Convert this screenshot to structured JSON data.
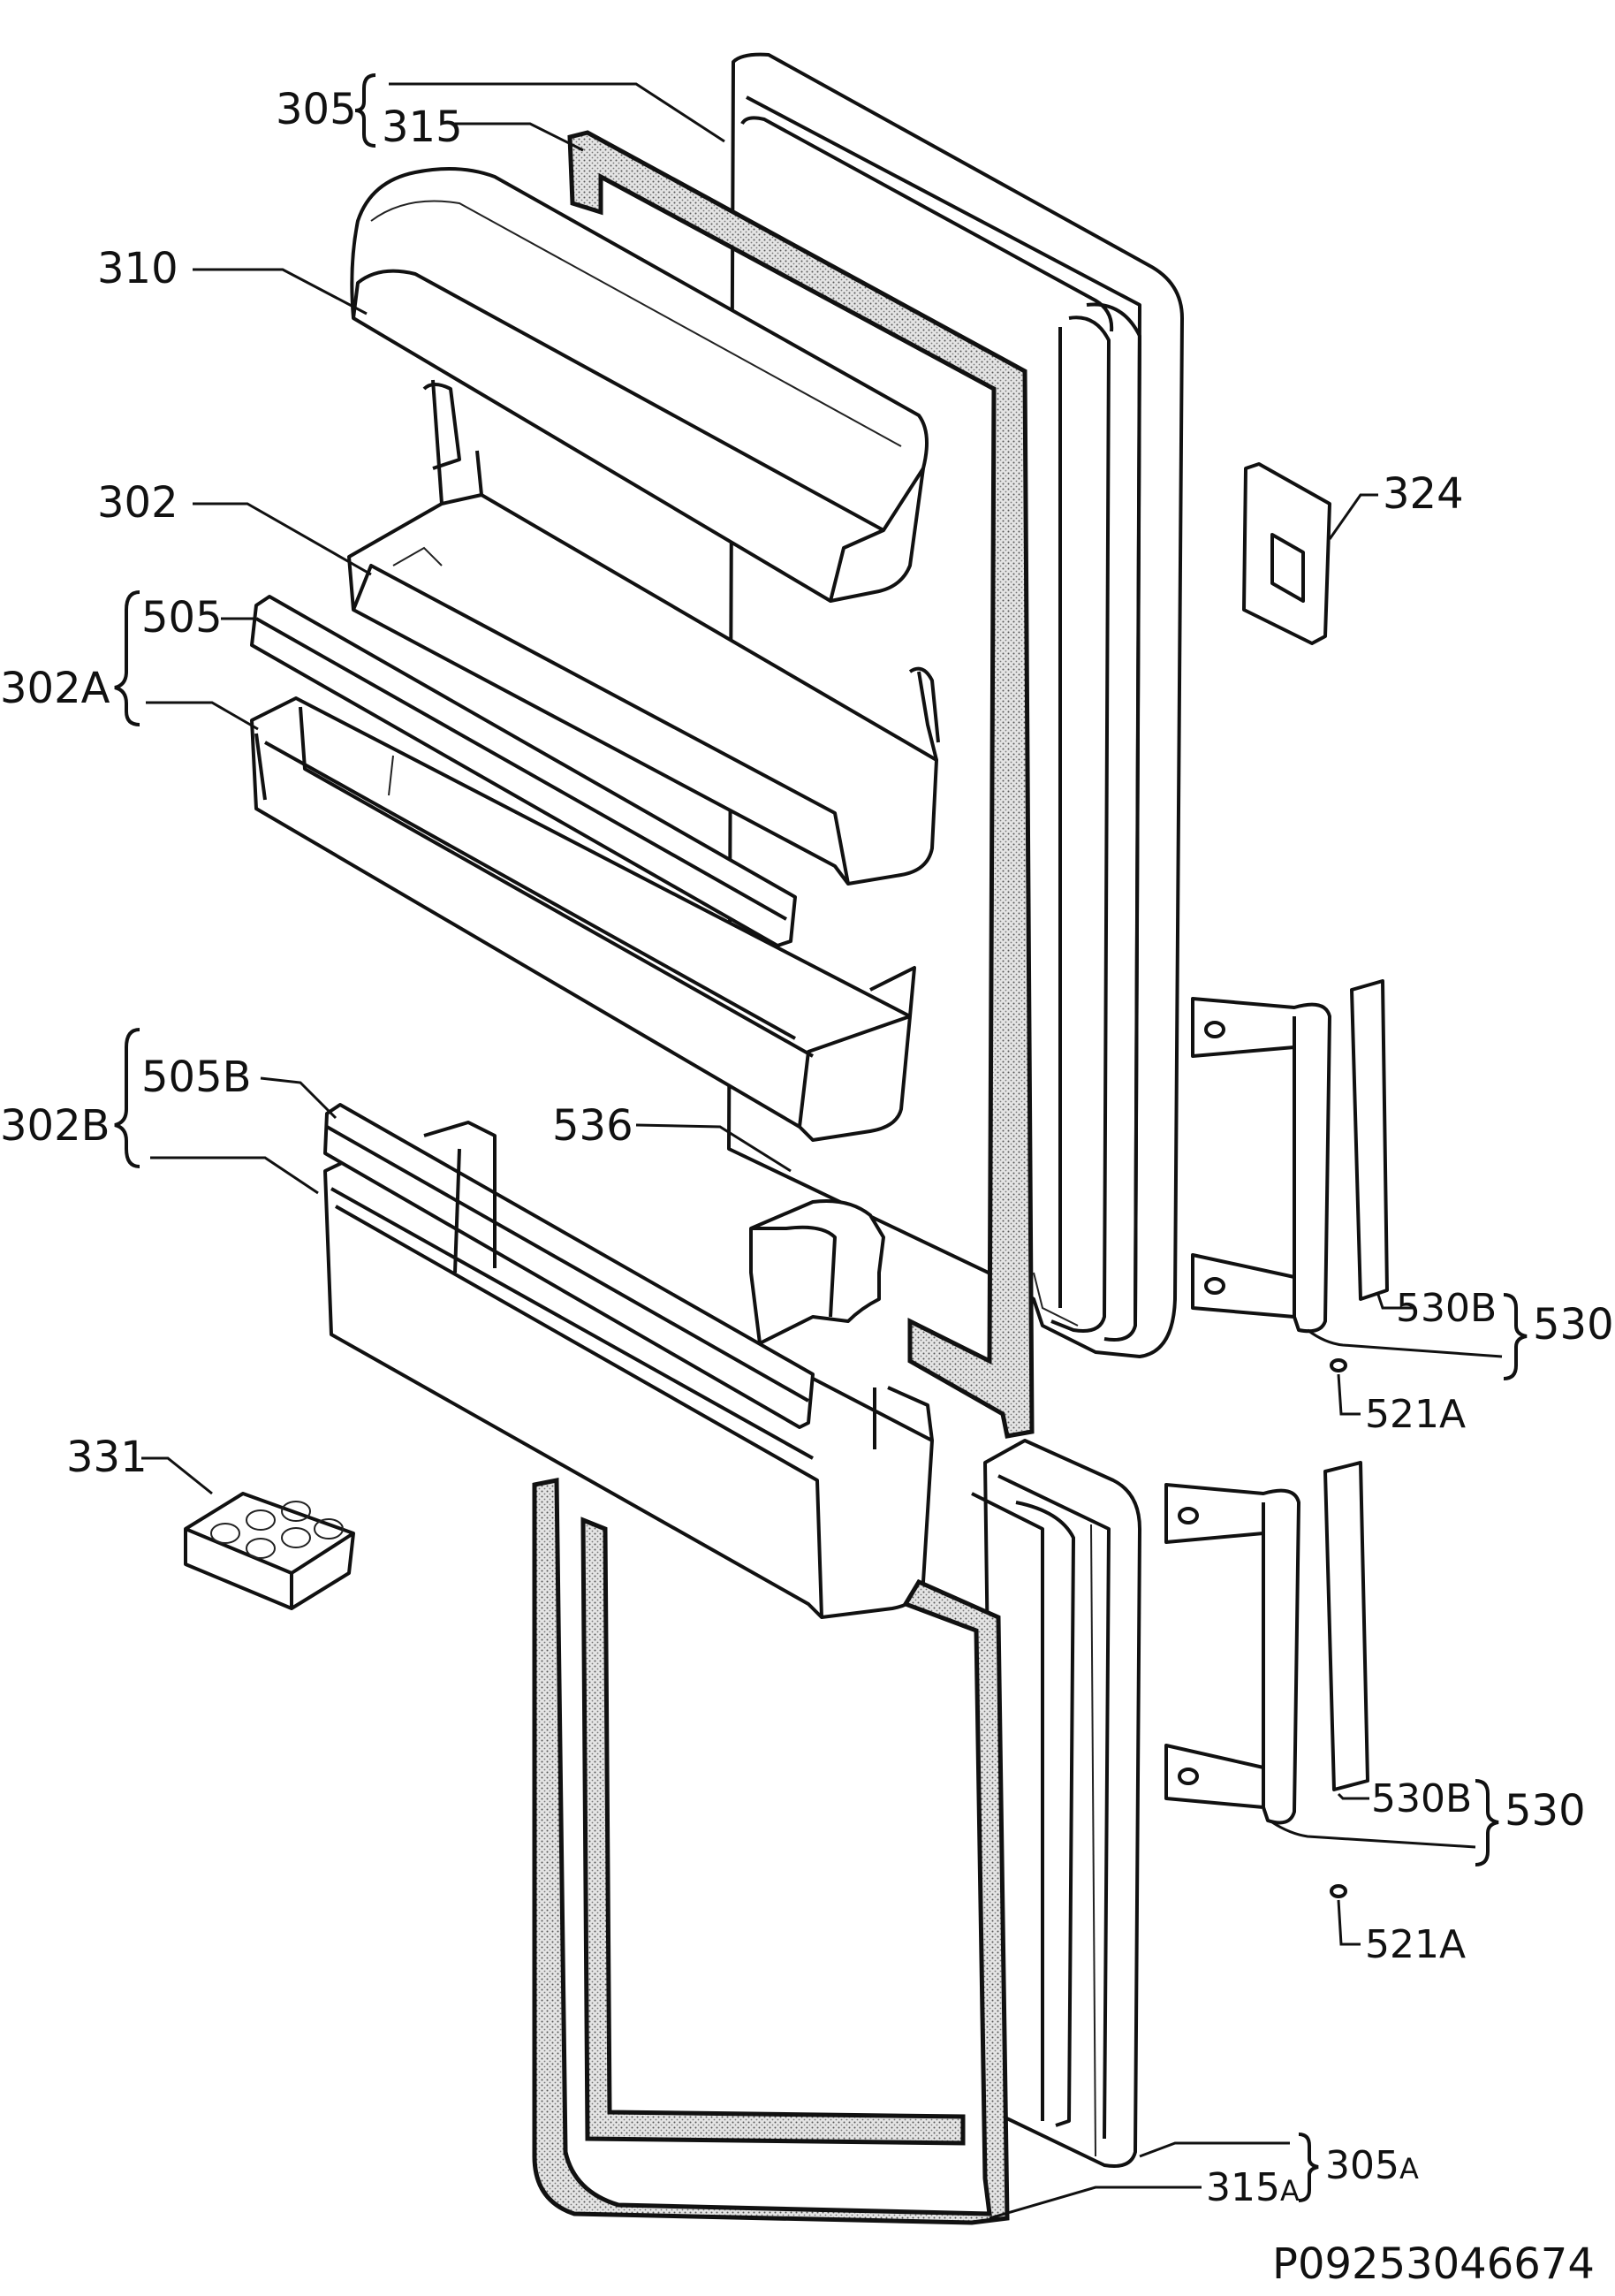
{
  "title": "",
  "drawing_number": "P09253046674",
  "labels": {
    "p305": "305",
    "p315": "315",
    "p310": "310",
    "p302": "302",
    "p505": "505",
    "p302a": "302A",
    "p324": "324",
    "p302b": "302B",
    "p505b": "505B",
    "p536": "536",
    "p331": "331",
    "p530b_top": "530B",
    "p530_top": "530",
    "p521a_top": "521A",
    "p530b_bottom": "530B",
    "p530_bottom": "530",
    "p521a_bottom": "521A",
    "p305a_main": "305",
    "p305a_sub": "A",
    "p315a_main": "315",
    "p315a_sub": "A"
  }
}
